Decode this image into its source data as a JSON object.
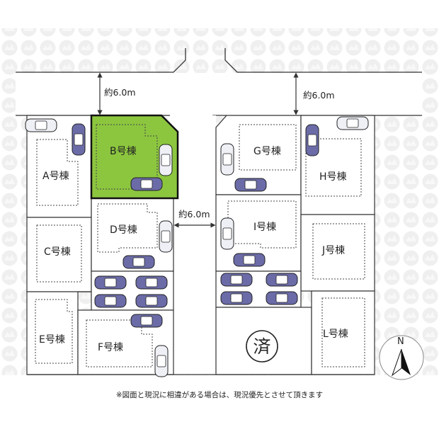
{
  "road_width_top_left": "約6.0m",
  "road_width_top_right": "約6.0m",
  "road_width_center": "約6.0m",
  "lots": {
    "A": "A号棟",
    "B": "B号棟",
    "C": "C号棟",
    "D": "D号棟",
    "E": "E号棟",
    "F": "F号棟",
    "G": "G号棟",
    "H": "H号棟",
    "I": "I号棟",
    "J": "J号棟",
    "L": "L号棟"
  },
  "highlighted_lot": "B",
  "sold_mark": "済",
  "compass_label": "N",
  "footnote": "※図面と現況に相違がある場合は、現況優先とさせて頂きます",
  "colors": {
    "highlight_fill": "#8cc63f",
    "car_fill": "#6b6ba8",
    "outline": "#333333",
    "watermark": "#ececec"
  }
}
